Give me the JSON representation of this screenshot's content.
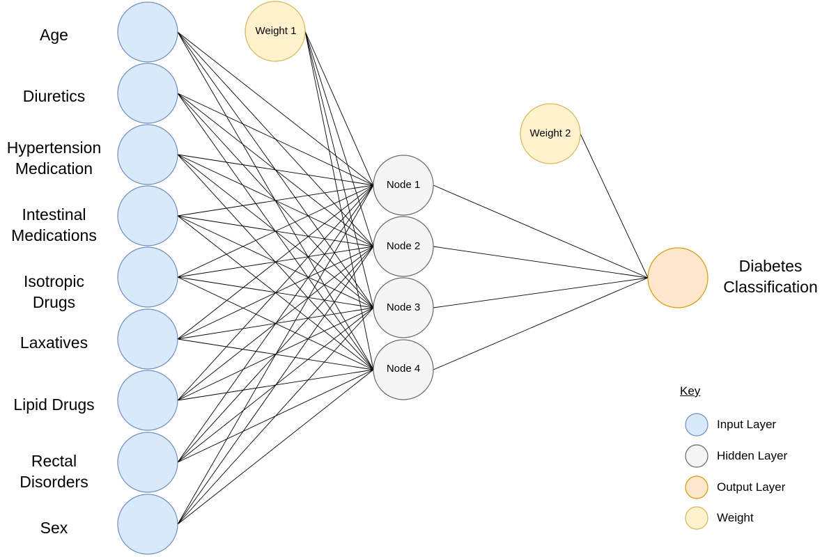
{
  "input_layer": {
    "labels": [
      "Age",
      "Diuretics",
      "Hypertension\nMedication",
      "Intestinal\nMedications",
      "Isotropic\nDrugs",
      "Laxatives",
      "Lipid Drugs",
      "Rectal\nDisorders",
      "Sex"
    ]
  },
  "hidden_layer": {
    "labels": [
      "Node 1",
      "Node 2",
      "Node 3",
      "Node 4"
    ]
  },
  "weights": {
    "weight1": "Weight 1",
    "weight2": "Weight 2"
  },
  "output_layer": {
    "label": "Diabetes\nClassification"
  },
  "key": {
    "title": "Key",
    "items": [
      "Input Layer",
      "Hidden Layer",
      "Output Layer",
      "Weight"
    ]
  },
  "colors": {
    "input_fill": "#dae8fc",
    "input_stroke": "#6c8ebf",
    "hidden_fill": "#f5f5f5",
    "hidden_stroke": "#666666",
    "output_fill": "#ffe6cc",
    "output_stroke": "#d79b00",
    "weight_fill": "#fff2cc",
    "weight_stroke": "#d6b656",
    "edge": "#000000"
  }
}
